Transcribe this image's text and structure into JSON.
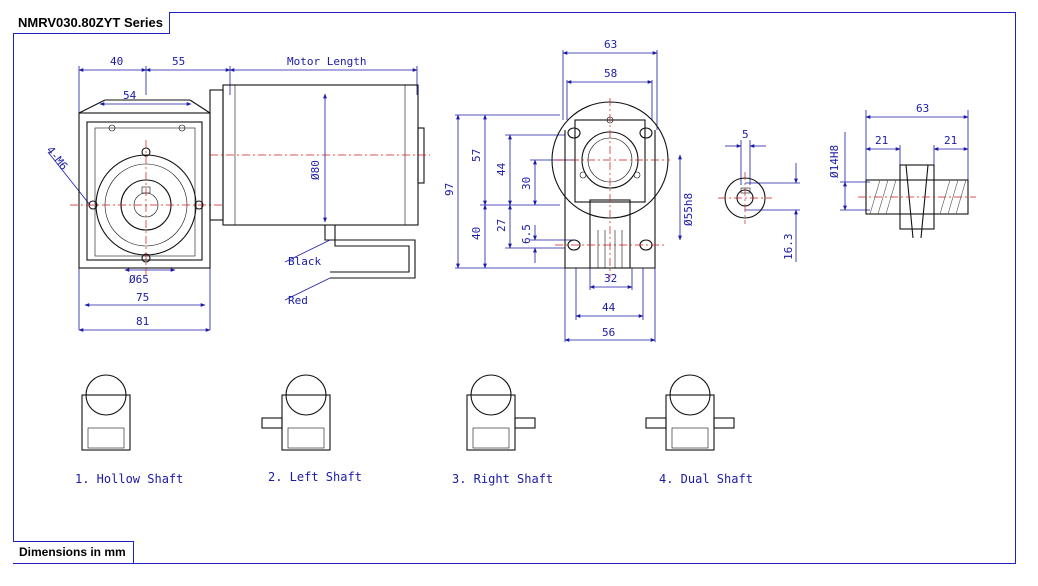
{
  "title": "NMRV030.80ZYT Series",
  "units_note": "Dimensions in mm",
  "front_view": {
    "dim_40": "40",
    "dim_55": "55",
    "dim_motor_length": "Motor Length",
    "dim_54": "54",
    "dim_4m6": "4-M6",
    "dim_phi80": "Ø80",
    "dim_phi65": "Ø65",
    "dim_75": "75",
    "dim_81": "81",
    "wire_black": "Black",
    "wire_red": "Red"
  },
  "side_view": {
    "dim_63": "63",
    "dim_58": "58",
    "dim_97": "97",
    "dim_57": "57",
    "dim_44v": "44",
    "dim_30": "30",
    "dim_40v": "40",
    "dim_27": "27",
    "dim_6_5": "6.5",
    "dim_phi55h8": "Ø55h8",
    "dim_32": "32",
    "dim_44h": "44",
    "dim_56": "56"
  },
  "bore_view": {
    "dim_5": "5",
    "dim_16_3": "16.3"
  },
  "shaft_view": {
    "dim_63": "63",
    "dim_21_left": "21",
    "dim_21_right": "21",
    "dim_phi14h8": "Ø14H8"
  },
  "variants": [
    {
      "label": "1. Hollow Shaft"
    },
    {
      "label": "2. Left Shaft"
    },
    {
      "label": "3. Right Shaft"
    },
    {
      "label": "4. Dual Shaft"
    }
  ]
}
